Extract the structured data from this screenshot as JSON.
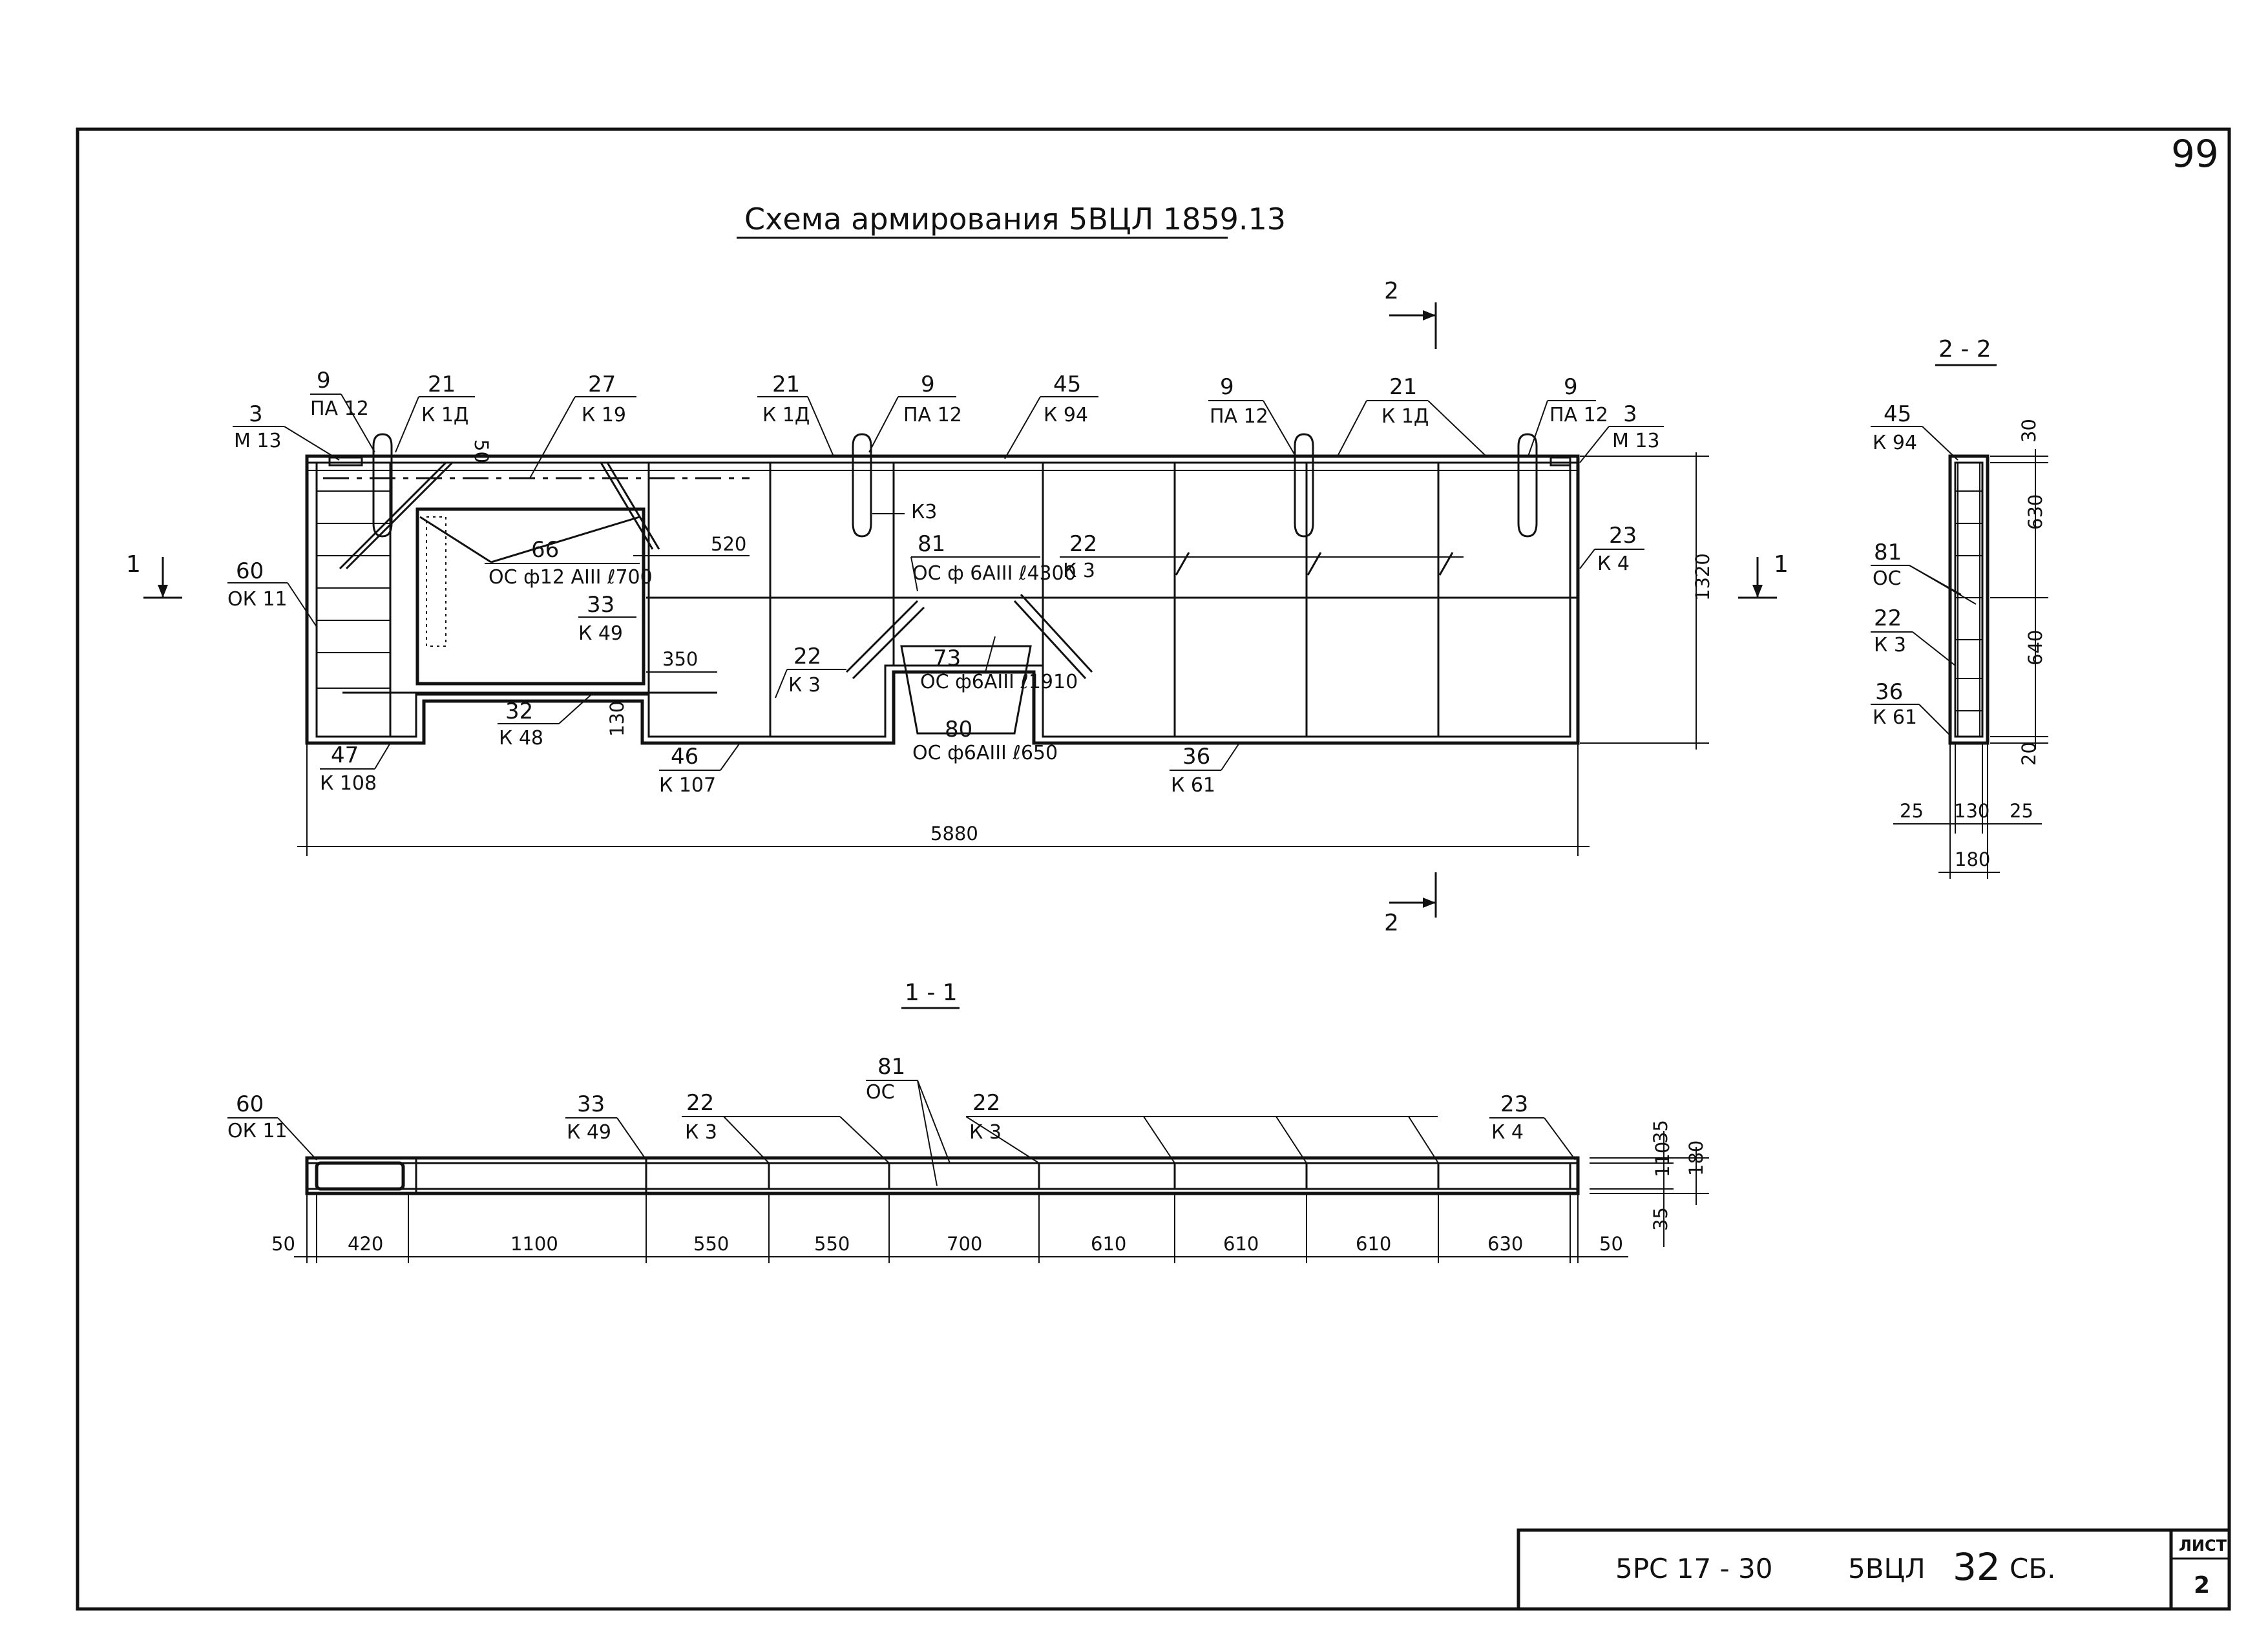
{
  "page_number": "99",
  "title": "Схема армирования 5ВЦЛ 1859.13",
  "elevation": {
    "section_mark_left": "1",
    "section_mark_right": "1",
    "section_mark_top": "2",
    "section_mark_bottom": "2",
    "callouts": [
      {
        "num": "9",
        "code": "ПА 12"
      },
      {
        "num": "21",
        "code": "К 1Д"
      },
      {
        "num": "27",
        "code": "К 19"
      },
      {
        "num": "3",
        "code": "М 13"
      },
      {
        "num": "21",
        "code": "К 1Д"
      },
      {
        "num": "9",
        "code": "ПА 12"
      },
      {
        "num": "45",
        "code": "К 94"
      },
      {
        "num": "9",
        "code": "ПА 12"
      },
      {
        "num": "21",
        "code": "К 1Д"
      },
      {
        "num": "9",
        "code": "ПА 12"
      },
      {
        "num": "3",
        "code": "М 13"
      },
      {
        "num": "60",
        "code": "ОК 11"
      },
      {
        "num": "66",
        "code": "ОС ф12 АIII ℓ700"
      },
      {
        "num": "33",
        "code": "К 49"
      },
      {
        "num": "81",
        "code": "ОС ф 6АIII ℓ4300"
      },
      {
        "num": "22",
        "code": "К 3"
      },
      {
        "num": "22",
        "code": "К 3"
      },
      {
        "num": "73",
        "code": "ОС ф6АIII ℓ1910"
      },
      {
        "num": "80",
        "code": "ОС ф6АIII ℓ650"
      },
      {
        "num": "32",
        "code": "К 48"
      },
      {
        "num": "47",
        "code": "К 108"
      },
      {
        "num": "46",
        "code": "К 107"
      },
      {
        "num": "36",
        "code": "К 61"
      },
      {
        "num": "23",
        "code": "К 4"
      }
    ],
    "label_k3": "К3",
    "dims": {
      "d50": "50",
      "d520": "520",
      "d350": "350",
      "d130": "130",
      "height": "1320",
      "length": "5880"
    }
  },
  "section_2_2": {
    "title": "2 - 2",
    "callouts": [
      {
        "num": "45",
        "code": "К 94"
      },
      {
        "num": "81",
        "code": "ОС"
      },
      {
        "num": "22",
        "code": "К 3"
      },
      {
        "num": "36",
        "code": "К 61"
      }
    ],
    "dims_vertical": [
      "30",
      "630",
      "640",
      "20"
    ],
    "dims_horizontal": [
      "25",
      "130",
      "25"
    ],
    "width": "180"
  },
  "section_1_1": {
    "title": "1 - 1",
    "callouts": [
      {
        "num": "60",
        "code": "ОК 11"
      },
      {
        "num": "33",
        "code": "К 49"
      },
      {
        "num": "22",
        "code": "К 3"
      },
      {
        "num": "81",
        "code": "ОС"
      },
      {
        "num": "22",
        "code": "К 3"
      },
      {
        "num": "23",
        "code": "К 4"
      }
    ],
    "dims_bottom": [
      "50",
      "420",
      "1100",
      "550",
      "550",
      "700",
      "610",
      "610",
      "610",
      "630",
      "50"
    ],
    "dims_side": [
      "35",
      "110",
      "35"
    ],
    "side_total": "180"
  },
  "title_block": {
    "series": "5РС 17 - 30",
    "name": "5ВЦЛ",
    "number": "32",
    "suffix": "СБ.",
    "sheet_label": "ЛИСТ",
    "sheet_number": "2"
  }
}
